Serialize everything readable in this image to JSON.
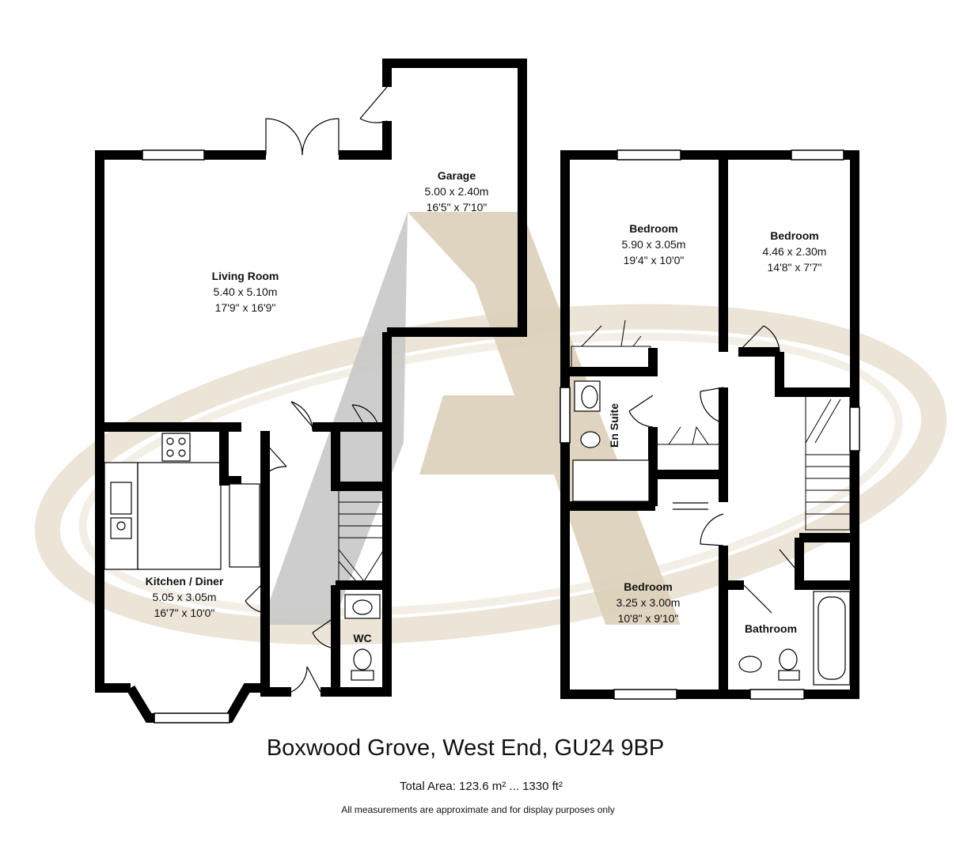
{
  "colors": {
    "wall": "#000000",
    "watermark_gray": "#c8c8c8",
    "watermark_tan": "#dccfb9",
    "ring": "#ece4d6"
  },
  "watermark": {
    "logo_name": "letter-a-logo"
  },
  "rooms": {
    "garage": {
      "name": "Garage",
      "metric": "5.00 x 2.40m",
      "imperial": "16'5\" x 7'10\""
    },
    "living": {
      "name": "Living Room",
      "metric": "5.40 x 5.10m",
      "imperial": "17'9\" x 16'9\""
    },
    "kitchen": {
      "name": "Kitchen / Diner",
      "metric": "5.05 x 3.05m",
      "imperial": "16'7\" x 10'0\""
    },
    "wc": {
      "name": "WC"
    },
    "bed1": {
      "name": "Bedroom",
      "metric": "5.90 x 3.05m",
      "imperial": "19'4\" x 10'0\""
    },
    "bed2": {
      "name": "Bedroom",
      "metric": "4.46 x 2.30m",
      "imperial": "14'8\" x 7'7\""
    },
    "bed3": {
      "name": "Bedroom",
      "metric": "3.25 x 3.00m",
      "imperial": "10'8\" x 9'10\""
    },
    "ensuite": {
      "name": "En Suite"
    },
    "bathroom": {
      "name": "Bathroom"
    }
  },
  "footer": {
    "address": "Boxwood Grove, West End, GU24 9BP",
    "total_area": "Total Area: 123.6 m² ... 1330 ft²",
    "disclaimer": "All measurements are approximate and for display purposes only"
  }
}
